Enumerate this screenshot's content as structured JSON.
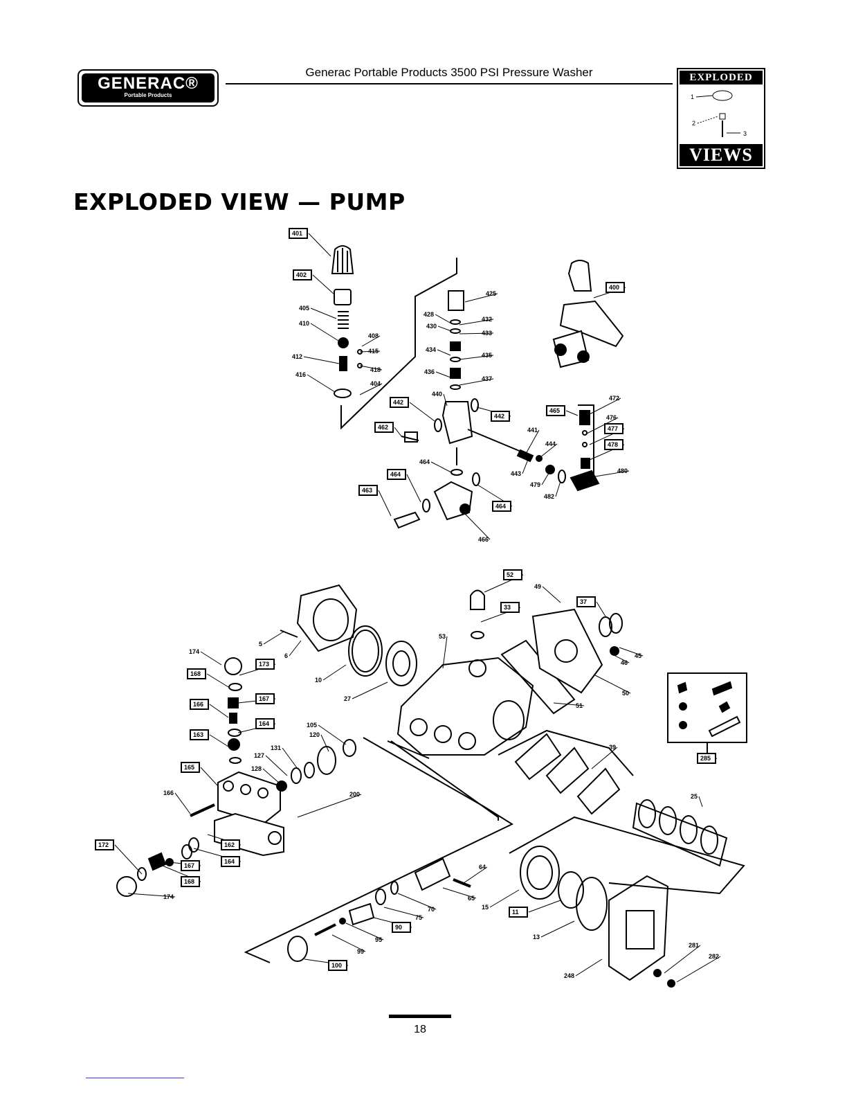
{
  "header": {
    "logo_text": "GENERAC®",
    "logo_subtext": "Portable Products",
    "title": "Generac Portable Products 3500 PSI Pressure Washer",
    "badge_top": "EXPLODED",
    "badge_bottom": "VIEWS",
    "badge_callouts": [
      "1",
      "2",
      "3"
    ]
  },
  "page_title": "EXPLODED VIEW — PUMP",
  "part_numbers": {
    "valve_assembly": [
      "401",
      "402",
      "405",
      "410",
      "408",
      "415",
      "412",
      "418",
      "416",
      "404",
      "400",
      "425",
      "428",
      "430",
      "432",
      "433",
      "434",
      "435",
      "436",
      "437",
      "440",
      "442",
      "442",
      "462",
      "441",
      "444",
      "443",
      "479",
      "482",
      "480",
      "465",
      "472",
      "476",
      "477",
      "478",
      "464",
      "464",
      "464",
      "463",
      "466"
    ],
    "pump_assembly": [
      "5",
      "6",
      "174",
      "173",
      "168",
      "167",
      "166",
      "164",
      "163",
      "165",
      "166",
      "172",
      "167",
      "168",
      "174",
      "162",
      "164",
      "200",
      "10",
      "27",
      "105",
      "120",
      "131",
      "127",
      "128",
      "53",
      "52",
      "33",
      "49",
      "37",
      "45",
      "46",
      "50",
      "51",
      "39",
      "25",
      "285",
      "64",
      "65",
      "70",
      "75",
      "90",
      "95",
      "99",
      "100",
      "15",
      "11",
      "13",
      "248",
      "281",
      "282"
    ]
  },
  "footer": {
    "page_number": "18"
  }
}
